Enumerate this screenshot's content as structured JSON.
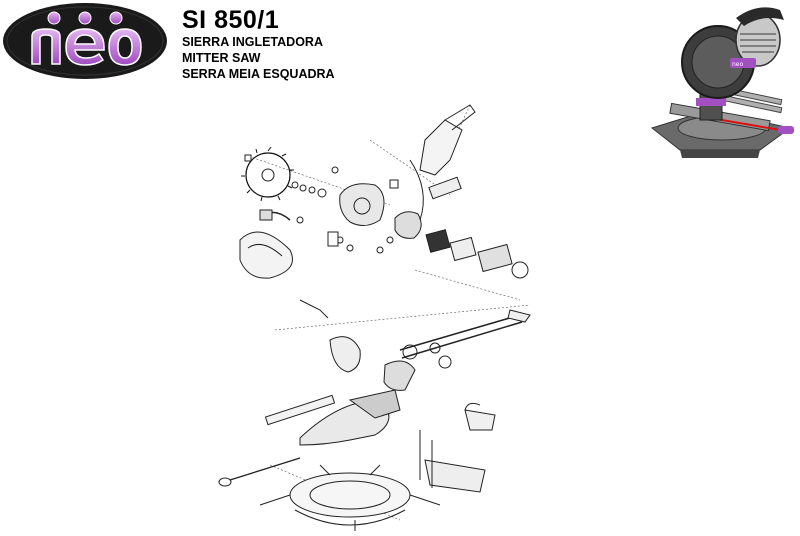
{
  "brand": {
    "logo_text": "neo"
  },
  "header": {
    "model": "SI 850/1",
    "subtitles": [
      "SIERRA INGLETADORA",
      "MITTER SAW",
      "SERRA MEIA ESQUADRA"
    ]
  },
  "colors": {
    "logo_bg": "#1a1a1a",
    "logo_purple": "#b061c9",
    "logo_purple_light": "#d9a4ea",
    "text": "#000000",
    "drawing": "#222222"
  },
  "icons": {
    "product_photo": "miter-saw-photo-icon",
    "diagram": "exploded-parts-diagram"
  }
}
